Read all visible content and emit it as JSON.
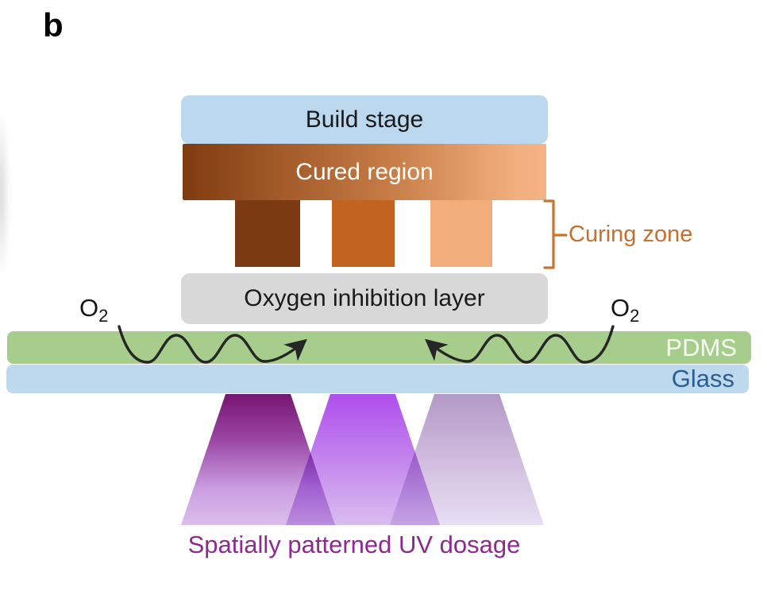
{
  "figure": {
    "panel_label": "b",
    "build_stage": {
      "label": "Build stage",
      "fill": "#bcd8ee"
    },
    "cured_region": {
      "label": "Cured region",
      "gradient_left": "#7f3b11",
      "gradient_right": "#f4b184"
    },
    "curing_pillars": [
      {
        "intensity": "high",
        "color": "#7c3a13"
      },
      {
        "intensity": "medium",
        "color": "#c2631f"
      },
      {
        "intensity": "low",
        "color": "#f2ad7d"
      }
    ],
    "curing_zone": {
      "label": "Curing zone",
      "color": "#c4702e"
    },
    "oxygen_layer": {
      "label": "Oxygen inhibition layer",
      "fill": "#d8d8d8"
    },
    "pdms": {
      "label": "PDMS",
      "fill": "#a6cd8b",
      "text_color": "#f7fbf2"
    },
    "glass": {
      "label": "Glass",
      "fill": "#bed9ee",
      "text_color": "#2a5f94"
    },
    "oxygen_molecules": {
      "left": {
        "symbol": "O",
        "subscript": "2"
      },
      "right": {
        "symbol": "O",
        "subscript": "2"
      }
    },
    "uv": {
      "label": "Spatially patterned UV dosage",
      "text_color": "#8c2a8e",
      "cones": [
        {
          "intensity": "high",
          "top_color": "#6e0a6a",
          "bottom_color": "#c99fe3"
        },
        {
          "intensity": "medium",
          "top_color": "#a435ea",
          "bottom_color": "#c8a2e8"
        },
        {
          "intensity": "low",
          "top_color": "#a98abf",
          "bottom_color": "#ded2ee"
        }
      ]
    }
  }
}
